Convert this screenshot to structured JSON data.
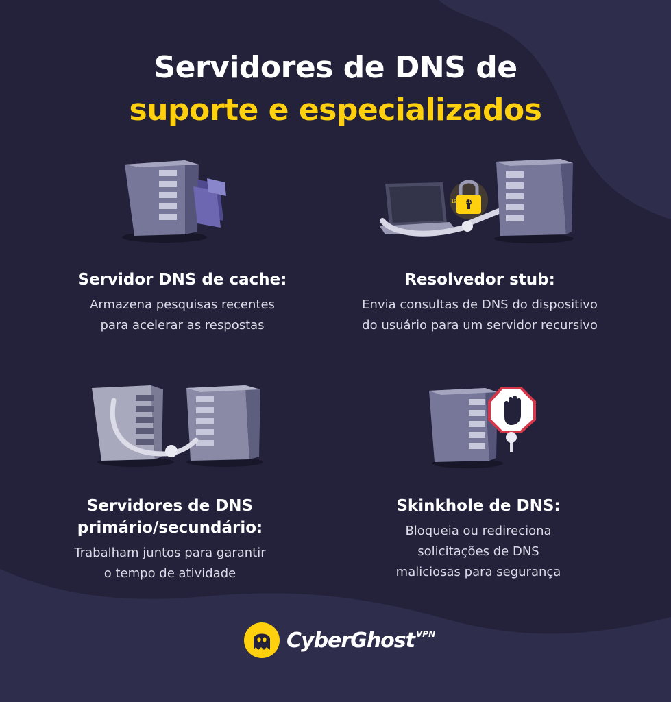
{
  "title": {
    "line1": "Servidores de DNS de",
    "line2": "suporte e especializados"
  },
  "cards": [
    {
      "heading": "Servidor DNS de cache:",
      "desc1": "Armazena pesquisas recentes",
      "desc2": "para acelerar as respostas"
    },
    {
      "heading": "Resolvedor stub:",
      "desc1": "Envia consultas de DNS do dispositivo",
      "desc2": "do usuário para um servidor recursivo"
    },
    {
      "heading1": "Servidores de DNS",
      "heading2": "primário/secundário:",
      "desc1": "Trabalham juntos para garantir",
      "desc2": "o tempo de atividade"
    },
    {
      "heading": "Skinkhole de DNS:",
      "desc1": "Bloqueia ou redireciona",
      "desc2": "solicitações de DNS",
      "desc3": "maliciosas para segurança"
    }
  ],
  "binary_digits": "10100110",
  "logo": {
    "name": "CyberGhost",
    "suffix": "VPN"
  },
  "colors": {
    "background": "#23223a",
    "accent": "#ffd00e",
    "server": "#8a8aa6",
    "folder": "#6c67b0"
  },
  "icons": [
    "server-icon",
    "folder-icon",
    "laptop-icon",
    "padlock-icon",
    "stop-sign-icon",
    "cyberghost-logo-icon"
  ]
}
